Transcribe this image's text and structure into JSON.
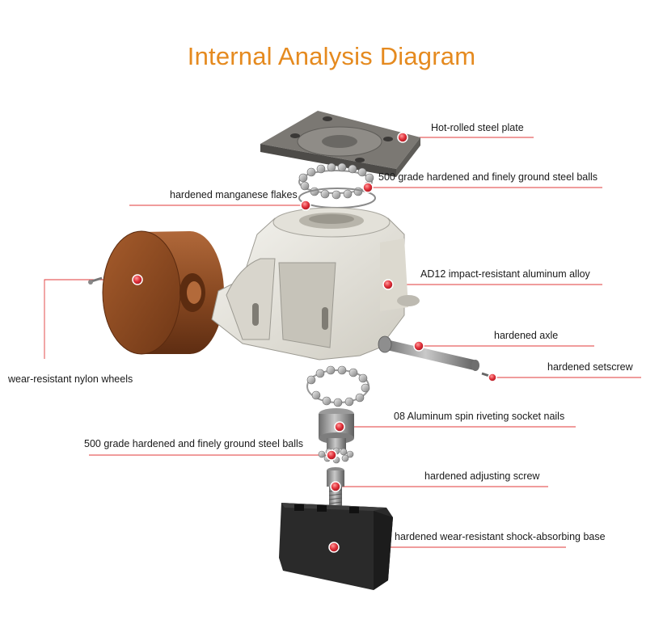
{
  "title": "Internal Analysis Diagram",
  "colors": {
    "title": "#e58a1f",
    "leader_line": "#e03a3a",
    "marker": "#e0303a",
    "aluminum": "#e9e7df",
    "steel_plate": "#6e6b66",
    "nylon_wheel": "#8a4a22",
    "rubber_base": "#2a2a2a"
  },
  "labels": {
    "steel_plate": "Hot-rolled steel plate",
    "steel_balls_top": "500 grade hardened and finely ground steel balls",
    "manganese_flakes": "hardened manganese flakes",
    "aluminum_alloy": "AD12 impact-resistant aluminum alloy",
    "nylon_wheels": "wear-resistant nylon wheels",
    "axle": "hardened axle",
    "setscrew": "hardened setscrew",
    "socket_nails": "08 Aluminum spin riveting socket nails",
    "steel_balls_bottom": "500 grade hardened and finely ground steel balls",
    "adjusting_screw": "hardened adjusting screw",
    "base": "hardened wear-resistant shock-absorbing base"
  },
  "icons": {
    "marker": "red-dot-marker"
  }
}
